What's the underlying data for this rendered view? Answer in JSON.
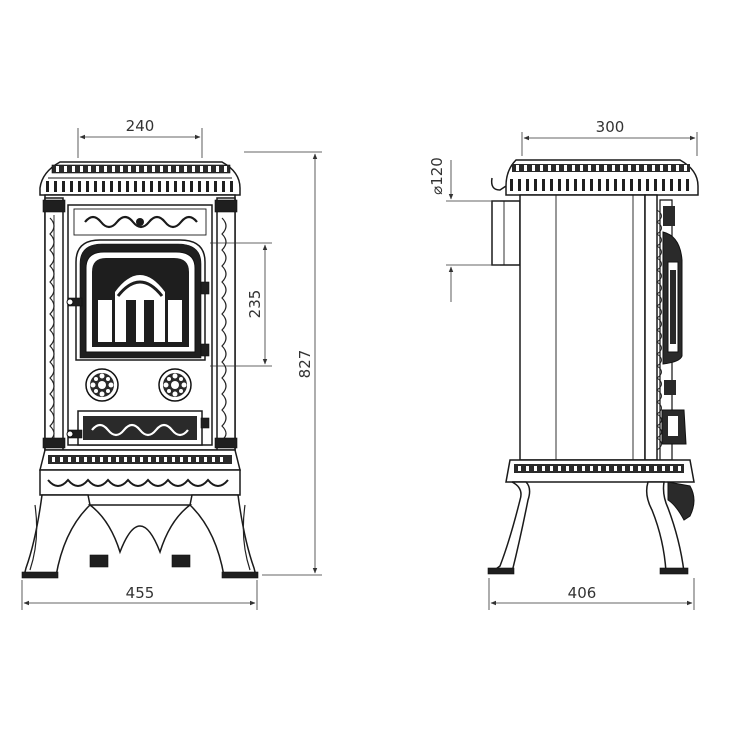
{
  "front_view": {
    "top_width_label": "240",
    "door_height_label": "235",
    "total_height_label": "827",
    "base_width_label": "455"
  },
  "side_view": {
    "top_depth_label": "300",
    "flue_label": "⌀120",
    "base_depth_label": "406"
  }
}
